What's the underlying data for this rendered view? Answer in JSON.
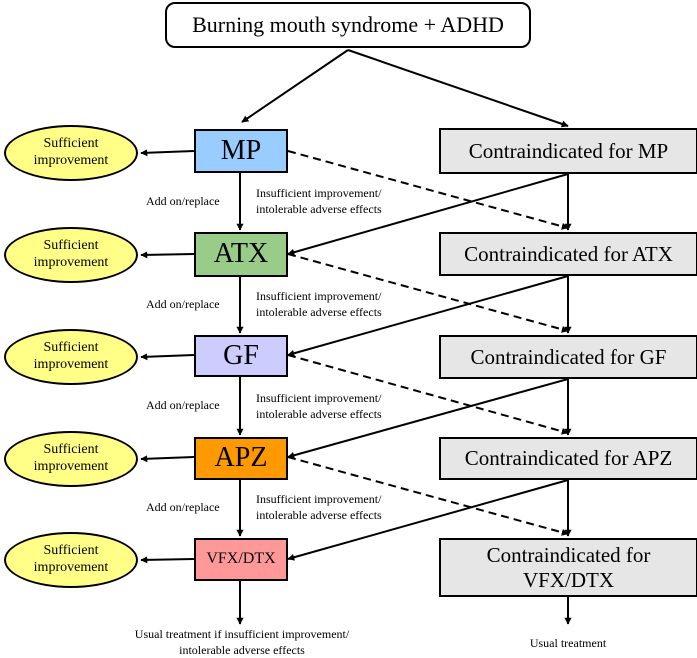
{
  "title": "Burning mouth syndrome + ADHD",
  "drugs": [
    "MP",
    "ATX",
    "GF",
    "APZ",
    "VFX/DTX"
  ],
  "contraindications": [
    "Contraindicated for MP",
    "Contraindicated for ATX",
    "Contraindicated for GF",
    "Contraindicated for APZ",
    "Contraindicated for VFX/DTX"
  ],
  "outcome": "Sufficient improvement",
  "add_on_label": "Add on/replace",
  "insufficient_label": "Insufficient improvement/ intolerable adverse effects",
  "final_left": "Usual treatment if insufficient improvement/ intolerable adverse effects",
  "final_right": "Usual treatment",
  "colors": {
    "mp": "#99ccff",
    "atx": "#99cc88",
    "gf": "#ccccff",
    "apz": "#ff9900",
    "vfx_dtx": "#ff9999",
    "contra": "#e6e6e6",
    "outcome": "#ffff88"
  }
}
